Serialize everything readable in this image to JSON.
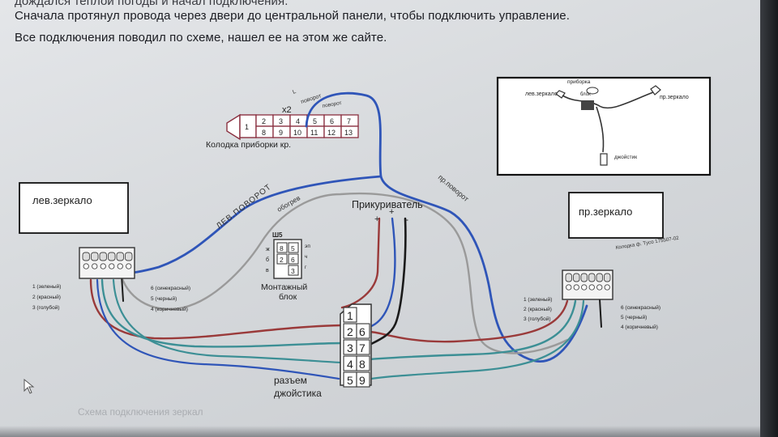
{
  "header": {
    "line0": "дождался теплой погоды и начал подключения.",
    "line1": "Сначала протянул провода через двери до центральной панели, чтобы подключить управление.",
    "line2": "Все подключения поводил по схеме, нашел ее на этом же сайте."
  },
  "inset": {
    "left_mirror": "лев.зеркало",
    "right_mirror": "пр.зеркало",
    "dash": "приборка",
    "block": "блок",
    "joystick": "джойстик"
  },
  "dash_connector": {
    "multiplier": "x2",
    "pins_top": [
      "1",
      "2",
      "3",
      "4",
      "5",
      "6",
      "7"
    ],
    "pins_bottom": [
      "8",
      "9",
      "10",
      "11",
      "12",
      "13"
    ],
    "label": "Колодка приборки кр.",
    "wire_label_1": "L",
    "wire_label_2": "поворот",
    "wire_label_3": "поворот"
  },
  "left_mirror": {
    "label": "лев.зеркало",
    "wires_left": [
      "1 (зеленый)",
      "2 (красный)",
      "3 (голубой)"
    ],
    "wires_right": [
      "6 (синекрасный)",
      "5 (черный)",
      "4 (коричневый)"
    ]
  },
  "right_mirror": {
    "label": "пр.зеркало",
    "connector_label": "Колодка ф. Тyco 175507-02",
    "wires_left": [
      "1 (зеленый)",
      "2 (красный)",
      "3 (голубой)"
    ],
    "wires_right": [
      "6 (синекрасный)",
      "5 (черный)",
      "4 (коричневый)"
    ]
  },
  "wire_labels": {
    "left_turn": "ЛЕВ.ПОВОРОТ",
    "right_turn": "пр.поворот",
    "heating": "обогрев"
  },
  "fuse_block": {
    "title": "Ш5",
    "pins": [
      "8",
      "5",
      "2",
      "6",
      "3"
    ],
    "letters_left": [
      "ж",
      "б",
      "в"
    ],
    "letters_right": [
      "эп",
      "ч",
      "г"
    ],
    "label_line1": "Монтажный",
    "label_line2": "блок"
  },
  "cigarette": {
    "label": "Прикуриватель",
    "plus_left": "+",
    "plus_center": "+",
    "minus": "-"
  },
  "joystick": {
    "pins_left": [
      "1",
      "2",
      "3",
      "4",
      "5"
    ],
    "pins_right": [
      "6",
      "7",
      "8",
      "9"
    ],
    "label_line1": "разъем",
    "label_line2": "джойстика"
  },
  "caption": "Схема подключения зеркал",
  "colors": {
    "blue": "#2f55b8",
    "gray": "#9a9a9a",
    "red": "#9a3a3a",
    "teal": "#3c8f95",
    "black": "#1a1a1a",
    "darkblue": "#2b4aa5",
    "board": "#ffffff"
  }
}
